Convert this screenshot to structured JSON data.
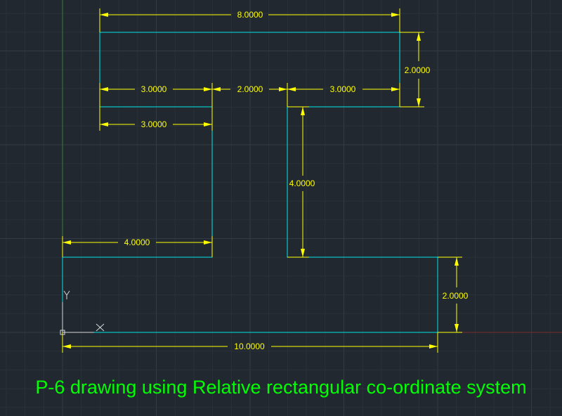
{
  "colors": {
    "background": "#212830",
    "grid_minor": "#2b323b",
    "grid_major": "#333b45",
    "outline": "#00e5e5",
    "dimension": "#ffff00",
    "caption": "#00ff00",
    "axis_y": "#3d7a3d",
    "axis_x": "#7a2b2b",
    "ucs_icon": "#d8d8d8"
  },
  "drawing": {
    "dimensions": {
      "top_width": "8.0000",
      "top_height": "2.0000",
      "top_left_seg": "3.0000",
      "top_mid_seg": "2.0000",
      "top_right_seg": "3.0000",
      "left_inner_seg": "3.0000",
      "right_stem_height": "4.0000",
      "bottom_left_seg": "4.0000",
      "bottom_right_height": "2.0000",
      "bottom_width": "10.0000"
    },
    "ucs": {
      "y_label": "Y",
      "x_label": "X"
    }
  },
  "caption": "P-6 drawing using Relative rectangular co-ordinate system"
}
